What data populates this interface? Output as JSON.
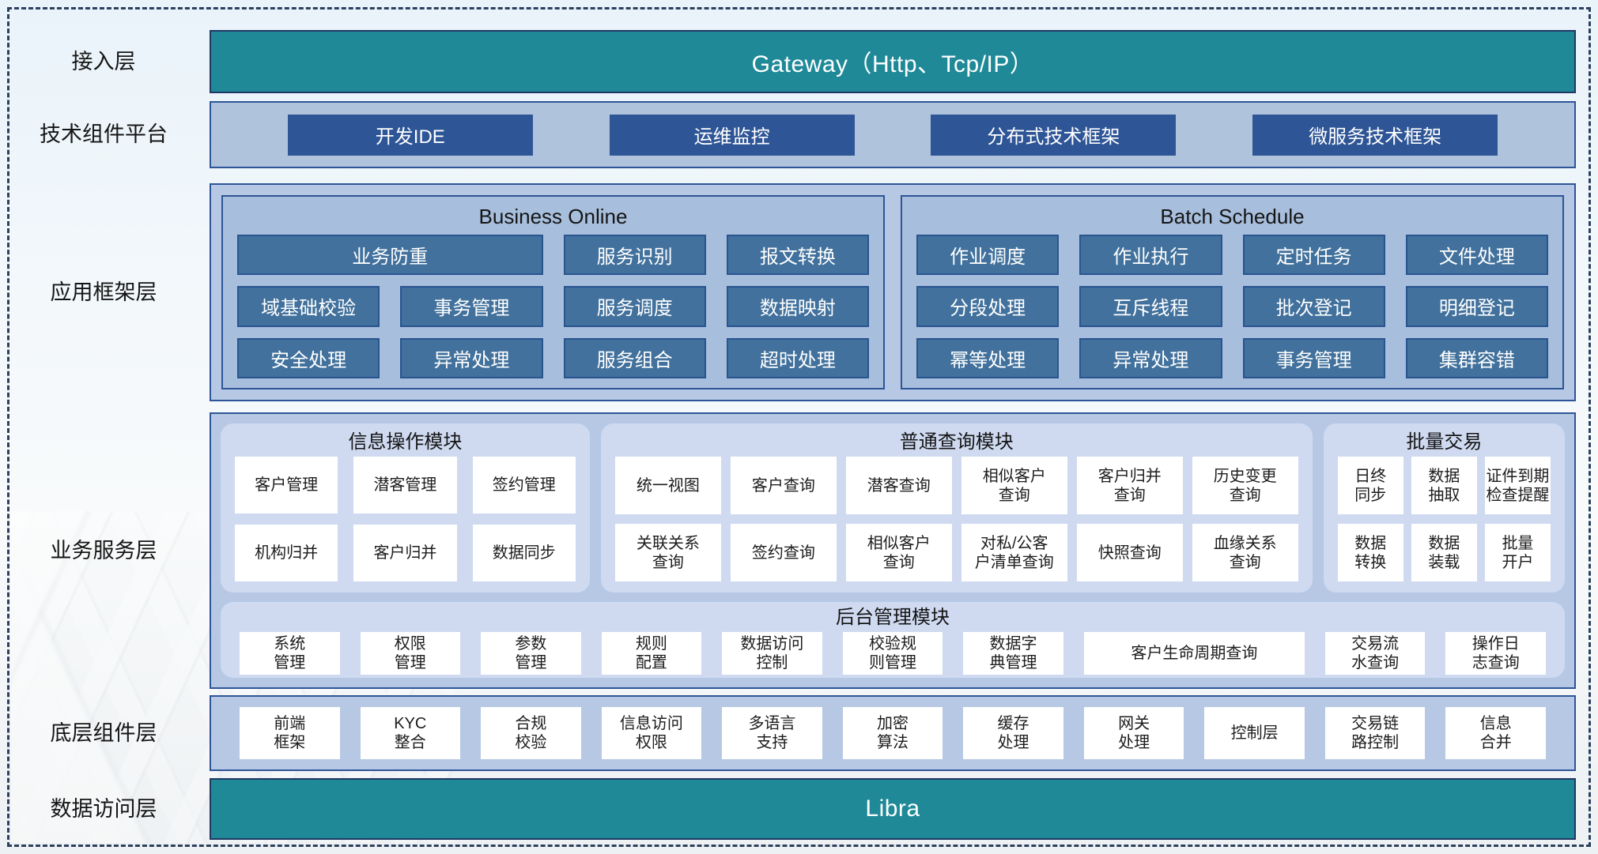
{
  "colors": {
    "teal_bar": "#1F8998",
    "navy_border": "#1F3864",
    "dark_blue_button": "#2E5596",
    "steel_blue_button": "#41719C",
    "layer_container_fill": "#B6C8E4",
    "framework_panel_fill": "#A7BEDC",
    "module_panel_fill": "#CFDAF1",
    "background": "#EAF3F9"
  },
  "layers": {
    "access": {
      "label": "接入层",
      "bar_label": "Gateway（Http、Tcp/IP）"
    },
    "tech_platform": {
      "label": "技术组件平台",
      "items": [
        "开发IDE",
        "运维监控",
        "分布式技术框架",
        "微服务技术框架"
      ]
    },
    "app_framework": {
      "label": "应用框架层",
      "business_online": {
        "title": "Business Online",
        "items": [
          {
            "label": "业务防重",
            "span": 2
          },
          {
            "label": "服务识别"
          },
          {
            "label": "报文转换"
          },
          {
            "label": "域基础校验"
          },
          {
            "label": "事务管理"
          },
          {
            "label": "服务调度"
          },
          {
            "label": "数据映射"
          },
          {
            "label": "安全处理"
          },
          {
            "label": "异常处理"
          },
          {
            "label": "服务组合"
          },
          {
            "label": "超时处理"
          }
        ]
      },
      "batch_schedule": {
        "title": "Batch Schedule",
        "items": [
          "作业调度",
          "作业执行",
          "定时任务",
          "文件处理",
          "分段处理",
          "互斥线程",
          "批次登记",
          "明细登记",
          "幂等处理",
          "异常处理",
          "事务管理",
          "集群容错"
        ]
      }
    },
    "business_service": {
      "label": "业务服务层",
      "info_operation": {
        "title": "信息操作模块",
        "items": [
          "客户管理",
          "潜客管理",
          "签约管理",
          "机构归并",
          "客户归并",
          "数据同步"
        ]
      },
      "common_query": {
        "title": "普通查询模块",
        "items": [
          "统一视图",
          "客户查询",
          "潜客查询",
          "相似客户\n查询",
          "客户归并\n查询",
          "历史变更\n查询",
          "关联关系\n查询",
          "签约查询",
          "相似客户\n查询",
          "对私/公客\n户清单查询",
          "快照查询",
          "血缘关系\n查询"
        ]
      },
      "batch_trade": {
        "title": "批量交易",
        "items": [
          "日终\n同步",
          "数据\n抽取",
          "证件到期\n检查提醒",
          "数据\n转换",
          "数据\n装载",
          "批量\n开户"
        ]
      },
      "admin": {
        "title": "后台管理模块",
        "items": [
          {
            "label": "系统\n管理"
          },
          {
            "label": "权限\n管理"
          },
          {
            "label": "参数\n管理"
          },
          {
            "label": "规则\n配置"
          },
          {
            "label": "数据访问\n控制"
          },
          {
            "label": "校验规\n则管理"
          },
          {
            "label": "数据字\n典管理"
          },
          {
            "label": "客户生命周期查询",
            "span": 2
          },
          {
            "label": "交易流\n水查询"
          },
          {
            "label": "操作日\n志查询"
          }
        ]
      }
    },
    "bottom_components": {
      "label": "底层组件层",
      "items": [
        "前端\n框架",
        "KYC\n整合",
        "合规\n校验",
        "信息访问\n权限",
        "多语言\n支持",
        "加密\n算法",
        "缓存\n处理",
        "网关\n处理",
        "控制层",
        "交易链\n路控制",
        "信息\n合并"
      ]
    },
    "data_access": {
      "label": "数据访问层",
      "bar_label": "Libra"
    }
  }
}
